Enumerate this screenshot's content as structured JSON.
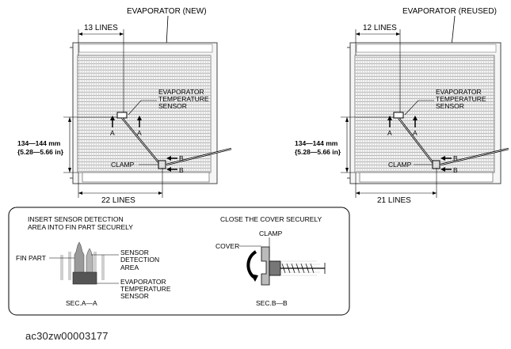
{
  "left_view": {
    "title": "EVAPORATOR (NEW)",
    "top_lines": "13 LINES",
    "bottom_lines": "22 LINES",
    "sensor_label": [
      "EVAPORATOR",
      "TEMPERATURE",
      "SENSOR"
    ],
    "dim_label": [
      "134—144 mm",
      "{5.28—5.66 in}"
    ],
    "clamp_label": "CLAMP",
    "section_marks": {
      "a": "A",
      "b": "B"
    }
  },
  "right_view": {
    "title": "EVAPORATOR (REUSED)",
    "top_lines": "12 LINES",
    "bottom_lines": "21 LINES",
    "sensor_label": [
      "EVAPORATOR",
      "TEMPERATURE",
      "SENSOR"
    ],
    "dim_label": [
      "134—144 mm",
      "{5.28—5.66 in}"
    ],
    "clamp_label": "CLAMP",
    "section_marks": {
      "a": "A",
      "b": "B"
    }
  },
  "detail_box": {
    "section_a": {
      "instruction": [
        "INSERT SENSOR DETECTION",
        "AREA INTO FIN PART SECURELY"
      ],
      "fin_part": "FIN PART",
      "sensor_area": [
        "SENSOR",
        "DETECTION",
        "AREA"
      ],
      "evap_sensor": [
        "EVAPORATOR",
        "TEMPERATURE",
        "SENSOR"
      ],
      "caption": "SEC.A—A"
    },
    "section_b": {
      "instruction": "CLOSE THE COVER SECURELY",
      "clamp": "CLAMP",
      "cover": "COVER",
      "caption": "SEC.B—B"
    }
  },
  "figure_id": "ac30zw00003177"
}
